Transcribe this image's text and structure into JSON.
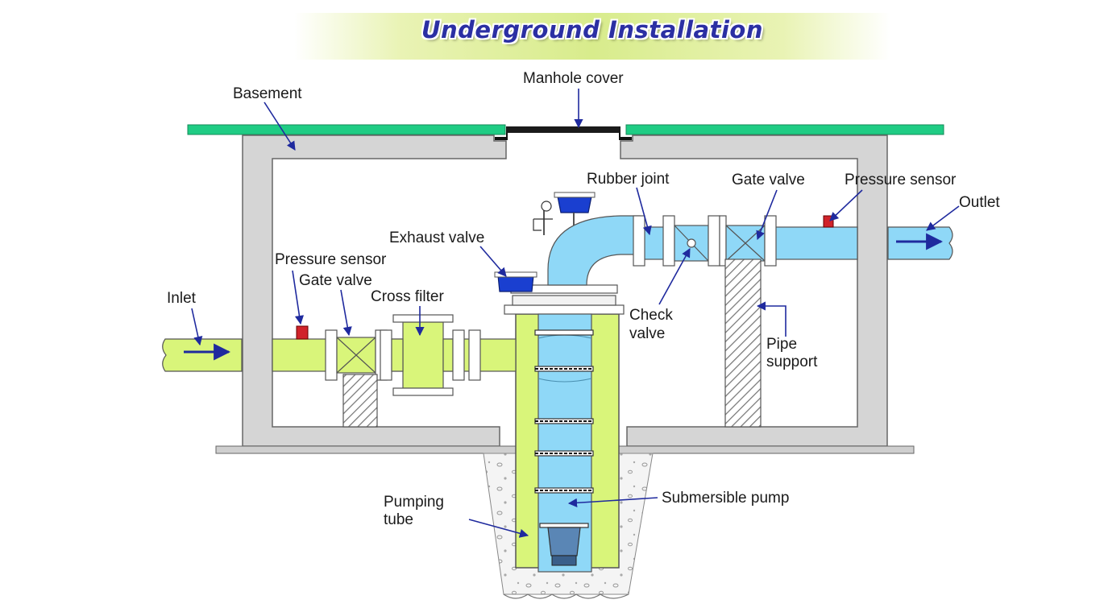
{
  "title": "Underground Installation",
  "labels": {
    "basement": "Basement",
    "manhole_cover": "Manhole cover",
    "rubber_joint": "Rubber joint",
    "gate_valve_outlet": "Gate valve",
    "pressure_sensor_outlet": "Pressure sensor",
    "outlet": "Outlet",
    "exhaust_valve": "Exhaust valve",
    "pressure_sensor_inlet": "Pressure sensor",
    "gate_valve_inlet": "Gate valve",
    "cross_filter": "Cross filter",
    "inlet": "Inlet",
    "check_valve_line1": "Check",
    "check_valve_line2": "valve",
    "pipe_support_line1": "Pipe",
    "pipe_support_line2": "support",
    "pumping_tube_line1": "Pumping",
    "pumping_tube_line2": "tube",
    "submersible_pump": "Submersible pump"
  },
  "colors": {
    "ground_surface": "#1fcc84",
    "wall": "#d5d5d5",
    "inlet_pipe": "#d9f57a",
    "outlet_pipe": "#8fd8f7",
    "arrow": "#1f2a9e",
    "sensor": "#d0232a",
    "valve_cap": "#1a3fd0",
    "title_text": "#2b2fa3"
  }
}
